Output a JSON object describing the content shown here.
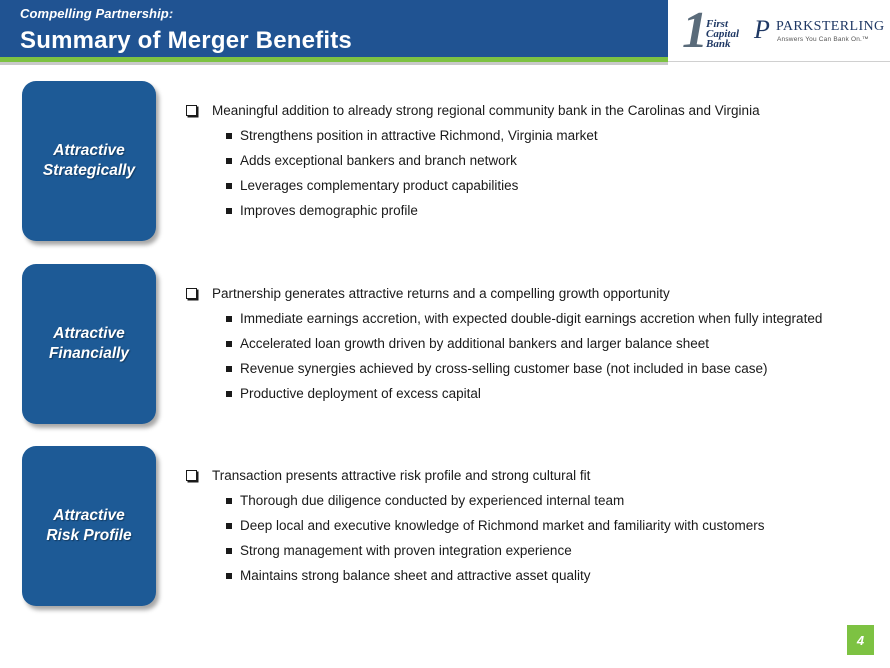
{
  "header": {
    "kicker": "Compelling Partnership:",
    "title": "Summary of Merger Benefits"
  },
  "logos": {
    "first_capital": {
      "numeral": "1",
      "text": "First\nCapital\nBank"
    },
    "park_sterling": {
      "mark": "P",
      "name": "PARKSTERLING",
      "tagline": "Answers You Can Bank On.™"
    }
  },
  "sections": [
    {
      "label": "Attractive\nStrategically",
      "main": "Meaningful addition to already strong regional community bank in the Carolinas and Virginia",
      "bullets": [
        "Strengthens position in attractive Richmond, Virginia market",
        "Adds exceptional bankers and branch network",
        "Leverages complementary product capabilities",
        "Improves demographic profile"
      ]
    },
    {
      "label": "Attractive\nFinancially",
      "main": "Partnership generates attractive returns and a compelling growth opportunity",
      "bullets": [
        "Immediate earnings accretion, with expected double-digit earnings accretion when fully integrated",
        "Accelerated loan growth driven by additional bankers and larger balance sheet",
        "Revenue synergies achieved by cross-selling customer base (not included in base case)",
        "Productive deployment of excess capital"
      ]
    },
    {
      "label": "Attractive\nRisk Profile",
      "main": "Transaction presents attractive risk profile and strong cultural fit",
      "bullets": [
        "Thorough due diligence conducted by experienced internal team",
        "Deep local and executive knowledge of Richmond market and familiarity with customers",
        "Strong management with proven integration experience",
        "Maintains strong balance sheet and attractive asset quality"
      ]
    }
  ],
  "page_number": "4",
  "colors": {
    "header_blue": "#205392",
    "accent_green": "#7dc242",
    "pill_blue": "#1d5a96"
  }
}
